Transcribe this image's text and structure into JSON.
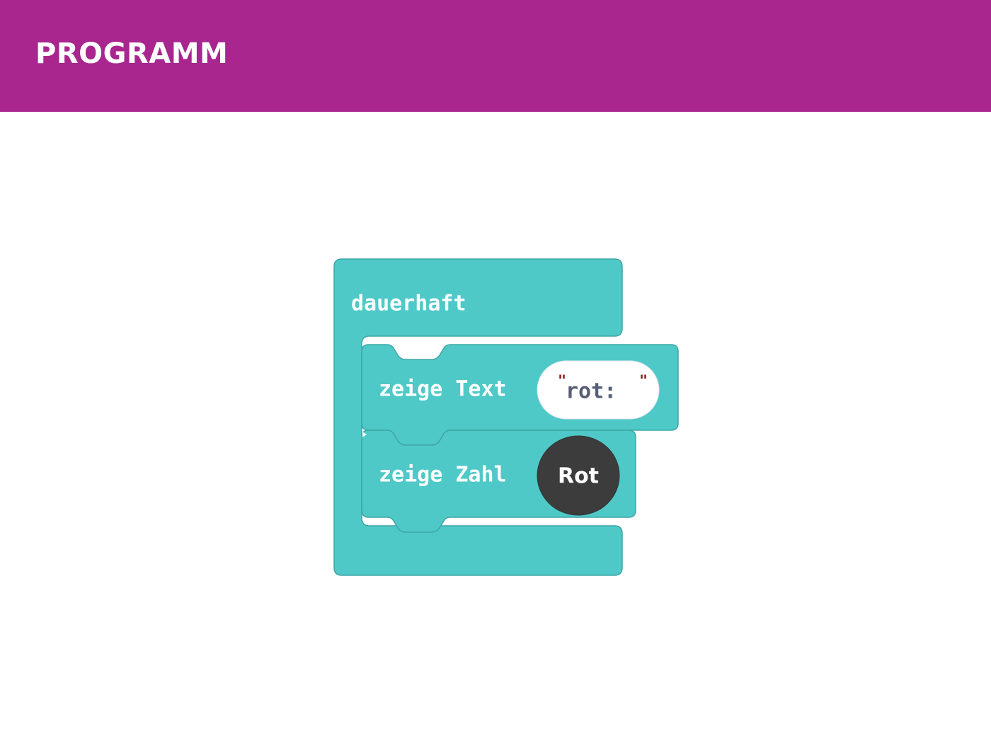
{
  "header": {
    "title": "PROGRAMM",
    "background_color": "#a8268e",
    "text_color": "#ffffff"
  },
  "canvas": {
    "background_color": "#ffffff"
  },
  "theme": {
    "block_fill": "#4ec9c8",
    "block_stroke": "#3fa5a5",
    "field_fill": "#ffffff",
    "field_text_color": "#575e75",
    "quote_color": "#8b1a1a",
    "variable_fill": "#3c3c3c",
    "variable_text_color": "#ffffff"
  },
  "program": {
    "forever_block": {
      "label": "dauerhaft",
      "icon": "forever-loop-block"
    },
    "statements": [
      {
        "label": "zeige Text",
        "field_kind": "string-input",
        "open_quote": "\"",
        "value": "rot:",
        "close_quote": "\""
      },
      {
        "label": "zeige Zahl",
        "field_kind": "variable-reporter",
        "value": "Rot"
      }
    ]
  }
}
